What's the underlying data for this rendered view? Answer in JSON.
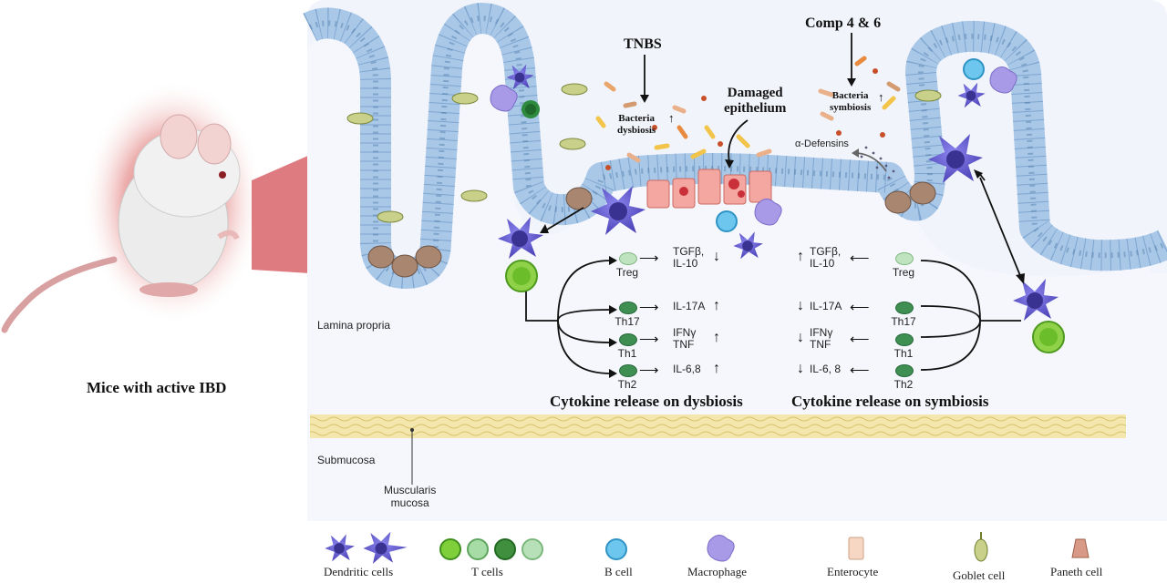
{
  "mouse_caption": "Mice with active IBD",
  "treatments": {
    "tnbs": "TNBS",
    "comp": "Comp 4 & 6"
  },
  "bacteria": {
    "dysbiosis": [
      "Bacteria",
      "dysbiosis"
    ],
    "symbiosis": [
      "Bacteria",
      "symbiosis"
    ]
  },
  "damaged_epithelium": [
    "Damaged",
    "epithelium"
  ],
  "alpha_defensins": "α-Defensins",
  "regions": {
    "lamina_propria": "Lamina propria",
    "submucosa": "Submucosa",
    "muscularis": [
      "Muscularis",
      "mucosa"
    ]
  },
  "dysbiosis_panel": {
    "title": "Cytokine release on dysbiosis",
    "rows": [
      {
        "cell": "Treg",
        "cytokine": [
          "TGFβ,",
          "IL-10"
        ],
        "direction": "down"
      },
      {
        "cell": "Th17",
        "cytokine": [
          "IL-17A"
        ],
        "direction": "up"
      },
      {
        "cell": "Th1",
        "cytokine": [
          "IFNγ",
          "TNF"
        ],
        "direction": "up"
      },
      {
        "cell": "Th2",
        "cytokine": [
          "IL-6,8"
        ],
        "direction": "up"
      }
    ]
  },
  "symbiosis_panel": {
    "title": "Cytokine release on symbiosis",
    "rows": [
      {
        "cell": "Treg",
        "cytokine": [
          "TGFβ,",
          "IL-10"
        ],
        "direction": "up"
      },
      {
        "cell": "Th17",
        "cytokine": [
          "IL-17A"
        ],
        "direction": "down"
      },
      {
        "cell": "Th1",
        "cytokine": [
          "IFNγ",
          "TNF"
        ],
        "direction": "down"
      },
      {
        "cell": "Th2",
        "cytokine": [
          "IL-6, 8"
        ],
        "direction": "down"
      }
    ]
  },
  "legend": [
    {
      "name": "dendritic-cells",
      "label": "Dendritic cells"
    },
    {
      "name": "t-cells",
      "label": "T cells"
    },
    {
      "name": "b-cell",
      "label": "B cell"
    },
    {
      "name": "macrophage",
      "label": "Macrophage"
    },
    {
      "name": "enterocyte",
      "label": "Enterocyte"
    },
    {
      "name": "goblet-cell",
      "label": "Goblet cell"
    },
    {
      "name": "paneth-cell",
      "label": "Paneth cell"
    }
  ],
  "colors": {
    "dendritic": "#6b63d6",
    "tcell_light": "#b8e0b8",
    "tcell_dark": "#3f8f3f",
    "bcell": "#6cc6ee",
    "macrophage": "#a99ae8",
    "enterocyte_epithelium": "#a9c8e8",
    "damaged_enterocyte": "#f4a7a0",
    "goblet": "#c8d08a",
    "paneth": "#a8866f",
    "muscularis": "#f1e4a6"
  }
}
